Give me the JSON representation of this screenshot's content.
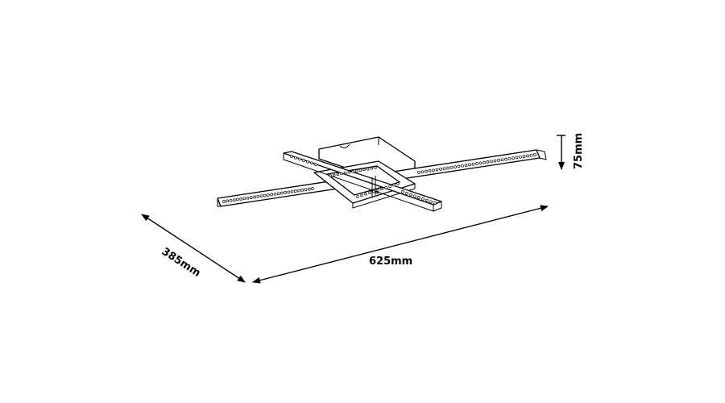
{
  "dimensions": {
    "depth": "385mm",
    "length": "625mm",
    "height": "75mm"
  },
  "colors": {
    "line": "#000000",
    "background": "#ffffff"
  }
}
